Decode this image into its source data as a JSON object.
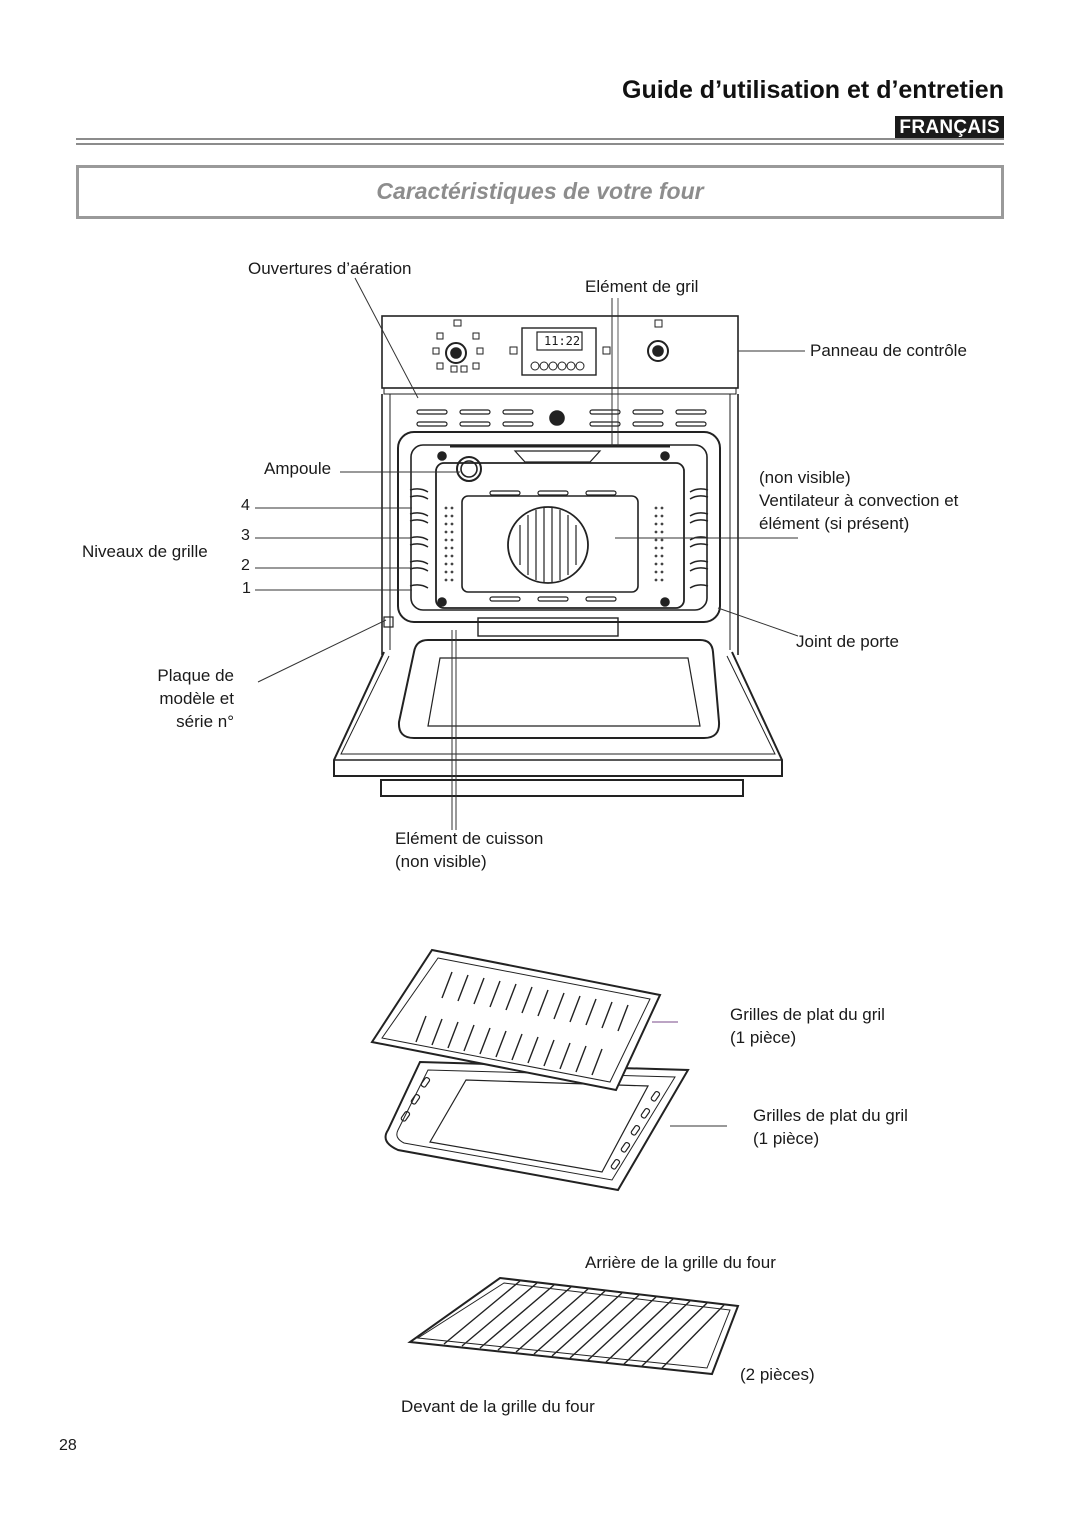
{
  "header": {
    "title": "Guide d’utilisation et d’entretien",
    "language_badge": "FRANÇAIS"
  },
  "section": {
    "title": "Caractéristiques de votre four"
  },
  "oven_diagram": {
    "display_time": "11:22",
    "labels": {
      "vents": "Ouvertures d’aération",
      "broil_element": "Elément de gril",
      "control_panel": "Panneau de contrôle",
      "bulb": "Ampoule",
      "not_visible": "(non visible)",
      "convection_fan": "Ventilateur à convection et",
      "convection_element": "élément (si présent)",
      "rack_levels": "Niveaux de grille",
      "door_gasket": "Joint de porte",
      "plate_line1": "Plaque de",
      "plate_line2": "modèle et",
      "plate_line3": "série n°",
      "bake_element": "Elément de cuisson",
      "bake_element_note": "(non visible)"
    },
    "rack_numbers": [
      "4",
      "3",
      "2",
      "1"
    ]
  },
  "broiler_pan": {
    "grid_label": "Grilles de plat du gril",
    "grid_qty": "(1 pièce)",
    "pan_label": "Grilles de plat du gril",
    "pan_qty": "(1 pièce)"
  },
  "oven_rack": {
    "back_label": "Arrière de la grille du four",
    "qty": "(2 pièces)",
    "front_label": "Devant de la grille du four"
  },
  "page_number": "28"
}
